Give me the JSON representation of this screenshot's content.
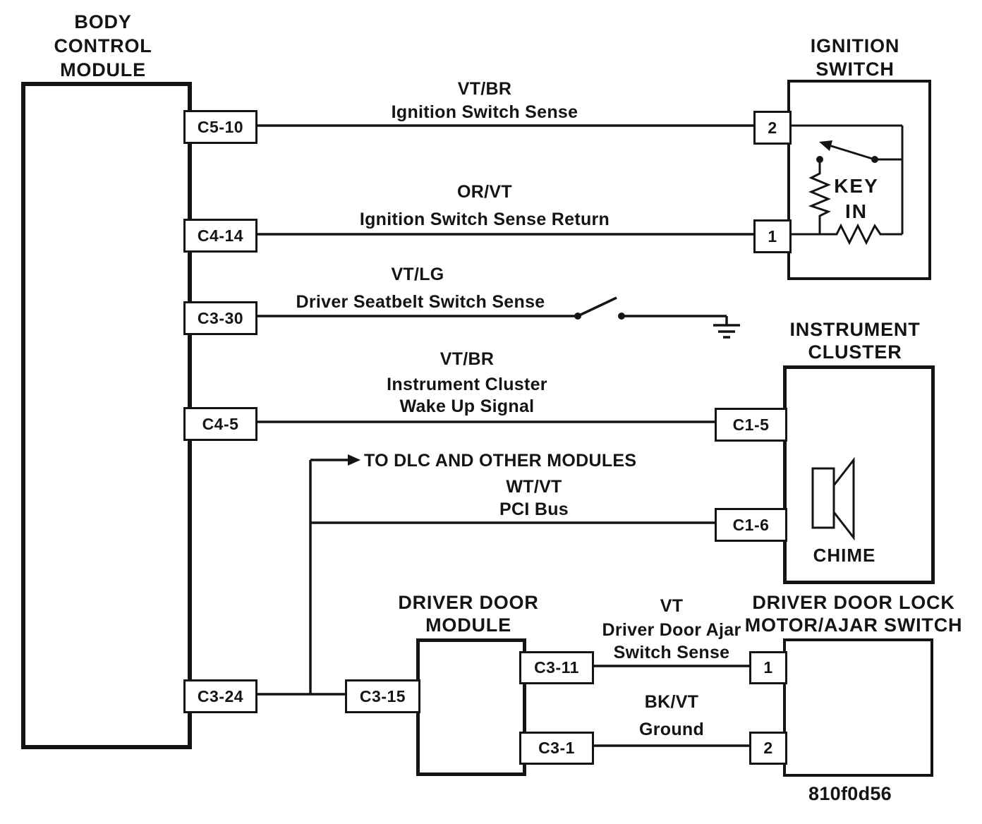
{
  "diagram": {
    "footer_code": "810f0d56",
    "modules": {
      "bcm": {
        "title_lines": [
          "BODY",
          "CONTROL",
          "MODULE"
        ]
      },
      "ignition_switch": {
        "title_lines": [
          "IGNITION",
          "SWITCH"
        ],
        "key_in_lines": [
          "KEY",
          "IN"
        ],
        "pins": {
          "sense": "2",
          "sense_return": "1"
        }
      },
      "instrument_cluster": {
        "title_lines": [
          "INSTRUMENT",
          "CLUSTER"
        ],
        "chime_label": "CHIME",
        "connectors": {
          "wake_up": "C1-5",
          "pci": "C1-6"
        }
      },
      "driver_door_module": {
        "title_lines": [
          "DRIVER DOOR",
          "MODULE"
        ],
        "connectors": {
          "bus": "C3-15",
          "ajar": "C3-11",
          "ground": "C3-1"
        }
      },
      "driver_door_lock": {
        "title_lines": [
          "DRIVER DOOR LOCK",
          "MOTOR/AJAR SWITCH"
        ],
        "pins": {
          "ajar": "1",
          "ground": "2"
        }
      }
    },
    "bcm_connectors": {
      "ignition_sense": "C5-10",
      "ignition_sense_return": "C4-14",
      "seatbelt_sense": "C3-30",
      "wake_up": "C4-5",
      "pci": "C3-24"
    },
    "wires": {
      "ignition_sense": {
        "color": "VT/BR",
        "name": "Ignition Switch Sense"
      },
      "ignition_sense_return": {
        "color": "OR/VT",
        "name": "Ignition Switch Sense Return"
      },
      "seatbelt_sense": {
        "color": "VT/LG",
        "name": "Driver Seatbelt Switch Sense"
      },
      "wake_up": {
        "color": "VT/BR",
        "name_lines": [
          "Instrument Cluster",
          "Wake Up Signal"
        ]
      },
      "pci_bus": {
        "color": "WT/VT",
        "name": "PCI Bus",
        "note": "TO DLC AND OTHER MODULES"
      },
      "door_ajar": {
        "color": "VT",
        "name_lines": [
          "Driver Door Ajar",
          "Switch Sense"
        ]
      },
      "ground": {
        "color": "BK/VT",
        "name": "Ground"
      }
    }
  }
}
